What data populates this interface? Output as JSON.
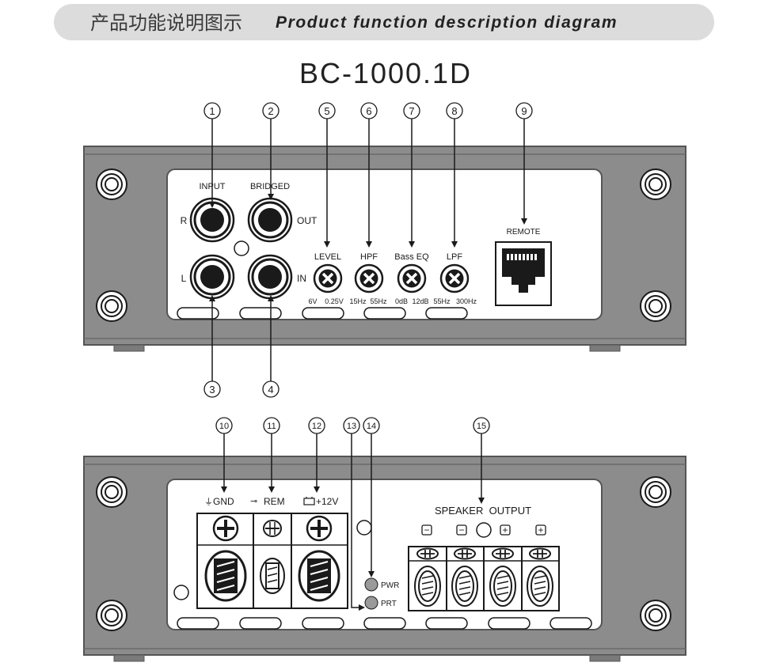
{
  "header": {
    "title_cn": "产品功能说明图示",
    "title_en": "Product function description diagram"
  },
  "model": "BC-1000.1D",
  "colors": {
    "banner": "#dcdcdc",
    "chassis": "#8c8c8c",
    "chassis_dark": "#555555",
    "panel": "#ffffff",
    "line": "#1a1a1a",
    "led": "#9a9a9a"
  },
  "callouts": [
    "1",
    "2",
    "3",
    "4",
    "5",
    "6",
    "7",
    "8",
    "9",
    "10",
    "11",
    "12",
    "13",
    "14",
    "15"
  ],
  "front_panel": {
    "input_label": "INPUT",
    "bridged_label": "BRIDGED",
    "r_label": "R",
    "l_label": "L",
    "out_label": "OUT",
    "in_label": "IN",
    "knobs": [
      {
        "label": "LEVEL",
        "min": "6V",
        "max": "0.25V"
      },
      {
        "label": "HPF",
        "min": "15Hz",
        "max": "55Hz"
      },
      {
        "label": "Bass EQ",
        "min": "0dB",
        "max": "12dB"
      },
      {
        "label": "LPF",
        "min": "55Hz",
        "max": "300Hz"
      }
    ],
    "remote_label": "REMOTE"
  },
  "rear_panel": {
    "power_labels": [
      "GND",
      "REM",
      "+12V"
    ],
    "pwr_label": "PWR",
    "prt_label": "PRT",
    "speaker_label": "SPEAKER  OUTPUT",
    "polarity": [
      "−",
      "−",
      "+",
      "+"
    ]
  }
}
